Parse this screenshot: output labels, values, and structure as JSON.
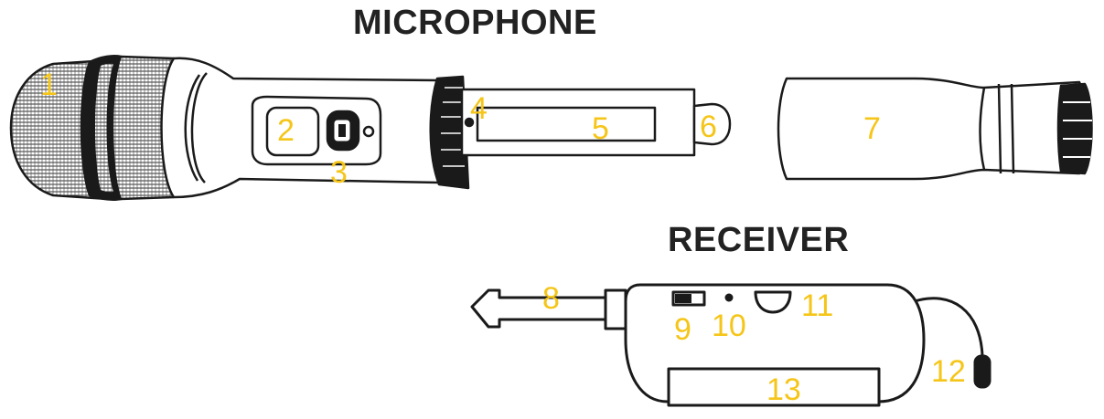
{
  "titles": {
    "microphone": "MICROPHONE",
    "receiver": "RECEIVER"
  },
  "accent_color": "#F5C518",
  "line_color": "#1a1a1a",
  "callouts": [
    "1",
    "2",
    "3",
    "4",
    "5",
    "6",
    "7",
    "8",
    "9",
    "10",
    "11",
    "12",
    "13"
  ]
}
